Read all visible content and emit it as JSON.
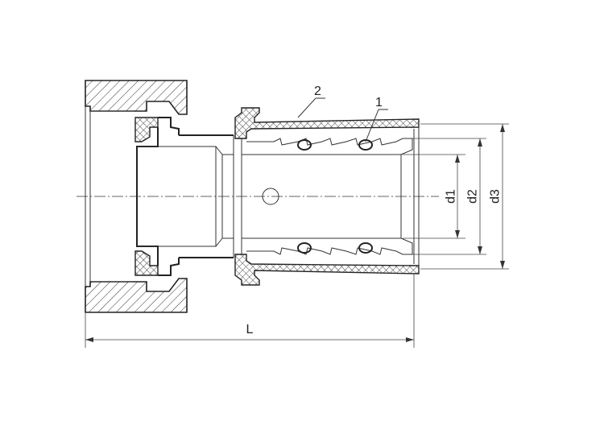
{
  "callouts": [
    {
      "id": "2",
      "text": "2"
    },
    {
      "id": "1",
      "text": "1"
    }
  ],
  "dimensions": {
    "d1": "d1",
    "d2": "d2",
    "d3": "d3",
    "length": "L"
  },
  "colors": {
    "line": "#222222",
    "background": "#ffffff"
  }
}
